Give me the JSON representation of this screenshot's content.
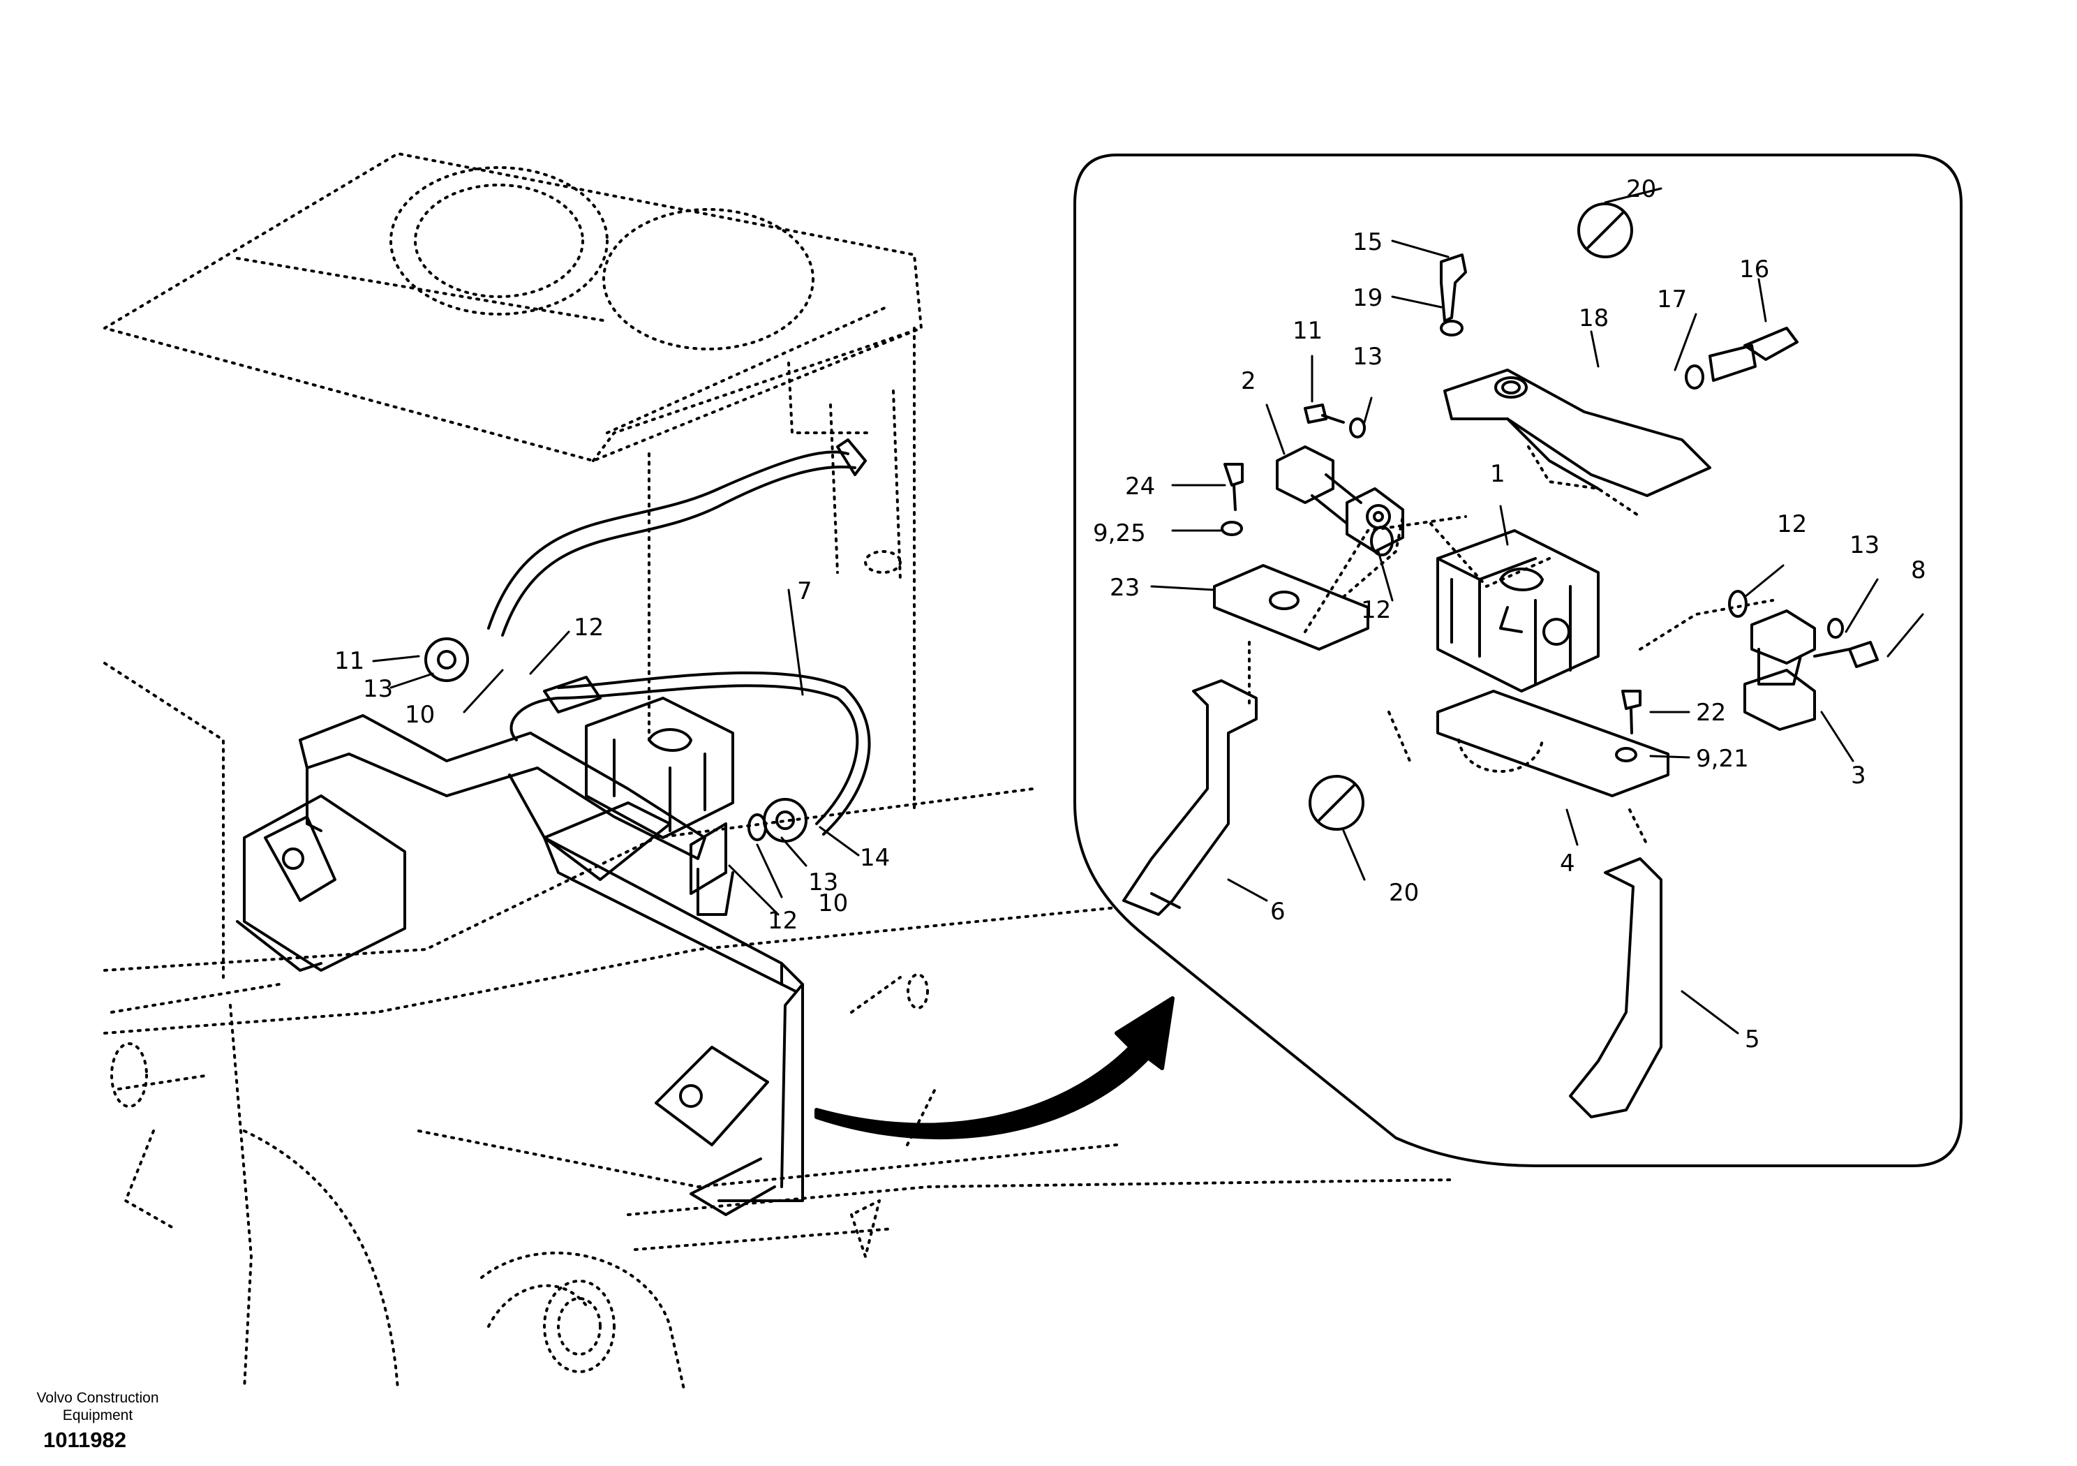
{
  "footer": {
    "company_line1": "Volvo Construction",
    "company_line2": "Equipment",
    "drawing_number": "1011982"
  },
  "callouts": {
    "overview": {
      "c11": "11",
      "c13": "13",
      "c10a": "10",
      "c12a": "12",
      "c7": "7",
      "c14": "14",
      "c13b": "13",
      "c12b": "12",
      "c10b": "10"
    },
    "detail": {
      "c20a": "20",
      "c15": "15",
      "c19": "19",
      "c16": "16",
      "c17": "17",
      "c18": "18",
      "c11": "11",
      "c13a": "13",
      "c2": "2",
      "c24": "24",
      "c925": "9,25",
      "c23": "23",
      "c1": "1",
      "c12a": "12",
      "c12b": "12",
      "c13b": "13",
      "c8": "8",
      "c22": "22",
      "c921": "9,21",
      "c3": "3",
      "c4": "4",
      "c5": "5",
      "c6": "6",
      "c20b": "20"
    }
  },
  "colors": {
    "line": "#000000",
    "background": "#ffffff"
  }
}
